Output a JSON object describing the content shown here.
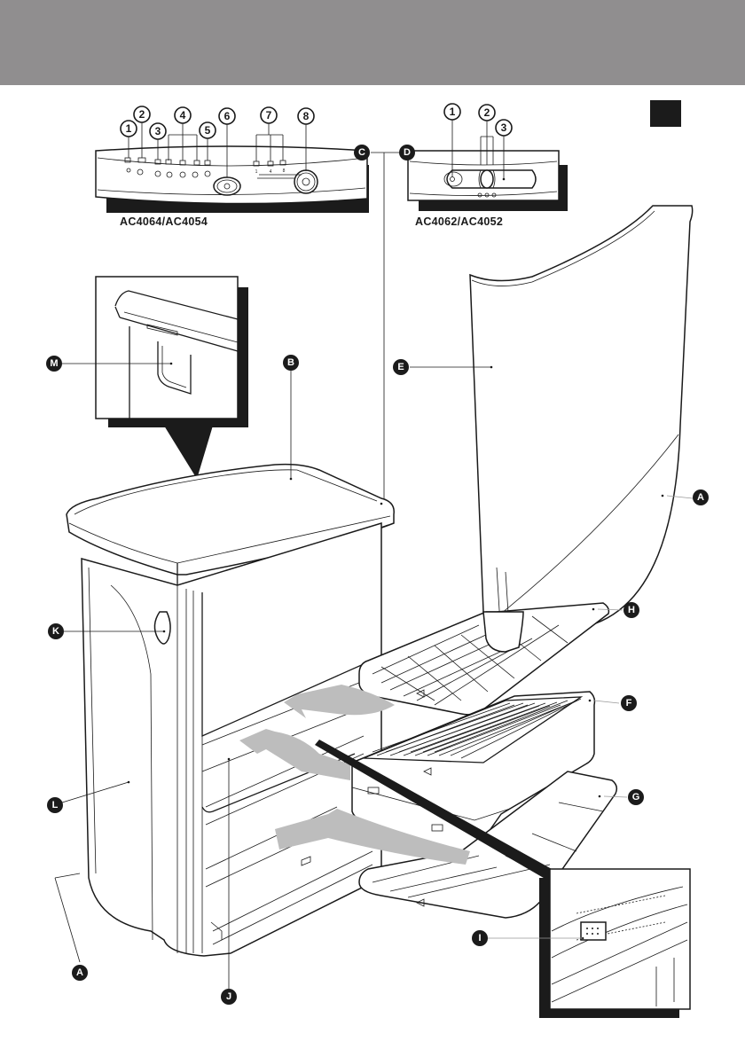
{
  "header": {
    "band_color": "#908e8f"
  },
  "page_tab": {
    "color": "#1b1b1b"
  },
  "panels": {
    "panel_c": {
      "model": "AC4064/AC4054",
      "callout_letter": "C",
      "numbers": [
        "1",
        "2",
        "3",
        "4",
        "5",
        "6",
        "7",
        "8"
      ],
      "timer_marks": [
        "1",
        "4",
        "8"
      ]
    },
    "panel_d": {
      "model": "AC4062/AC4052",
      "callout_letter": "D",
      "numbers": [
        "1",
        "2",
        "3"
      ]
    }
  },
  "callouts": {
    "M": "M",
    "B": "B",
    "E": "E",
    "A_right": "A",
    "H": "H",
    "K": "K",
    "F": "F",
    "L": "L",
    "G": "G",
    "A_left": "A",
    "I": "I",
    "J": "J"
  },
  "colors": {
    "line": "#1a1a1a",
    "airflow_arrow": "#bdbdbd",
    "shadow": "#1b1b1b"
  }
}
